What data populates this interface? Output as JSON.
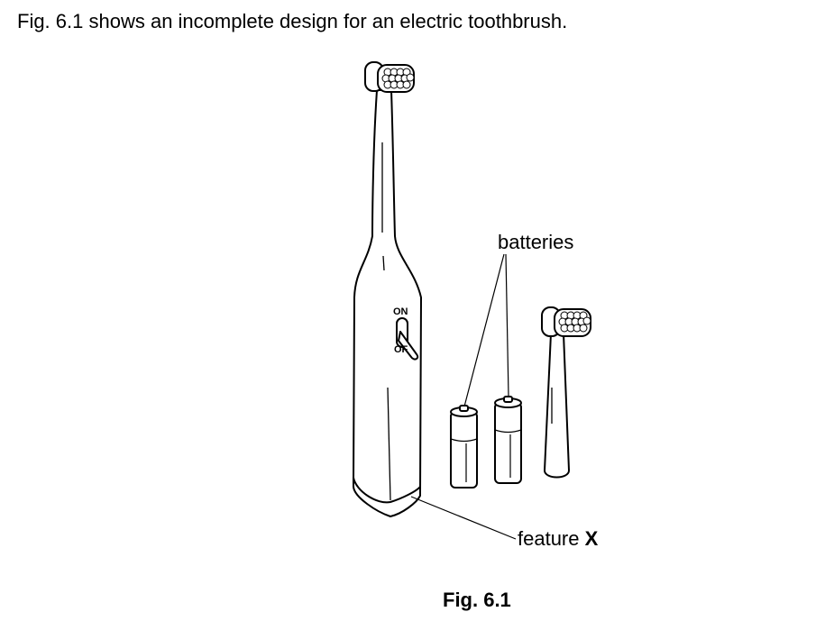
{
  "intro_text": "Fig. 6.1 shows an incomplete design for an electric toothbrush.",
  "labels": {
    "batteries": "batteries",
    "feature_prefix": "feature ",
    "feature_letter": "X",
    "switch_on": "ON",
    "switch_off": "OF"
  },
  "caption": "Fig. 6.1",
  "colors": {
    "stroke": "#000000",
    "fill": "#ffffff"
  }
}
